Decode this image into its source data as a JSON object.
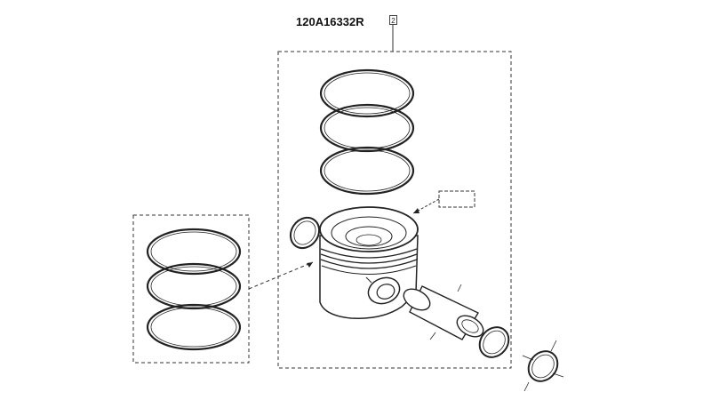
{
  "diagram": {
    "part_number": "120A16332R",
    "callout_number": "2",
    "empty_label": ""
  },
  "colors": {
    "line": "#222222",
    "dash": "#333333",
    "fill": "#ffffff"
  },
  "parts": [
    "piston-ring-set",
    "piston",
    "piston-pin",
    "circlip",
    "circlip",
    "circlip"
  ]
}
